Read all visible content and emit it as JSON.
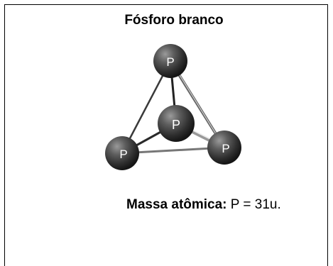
{
  "figure": {
    "title": "Fósforo branco",
    "atom_symbol": "P",
    "atoms": [
      "P",
      "P",
      "P",
      "P"
    ],
    "mass_label": "Massa atômica:",
    "mass_value": "P = 31u."
  }
}
